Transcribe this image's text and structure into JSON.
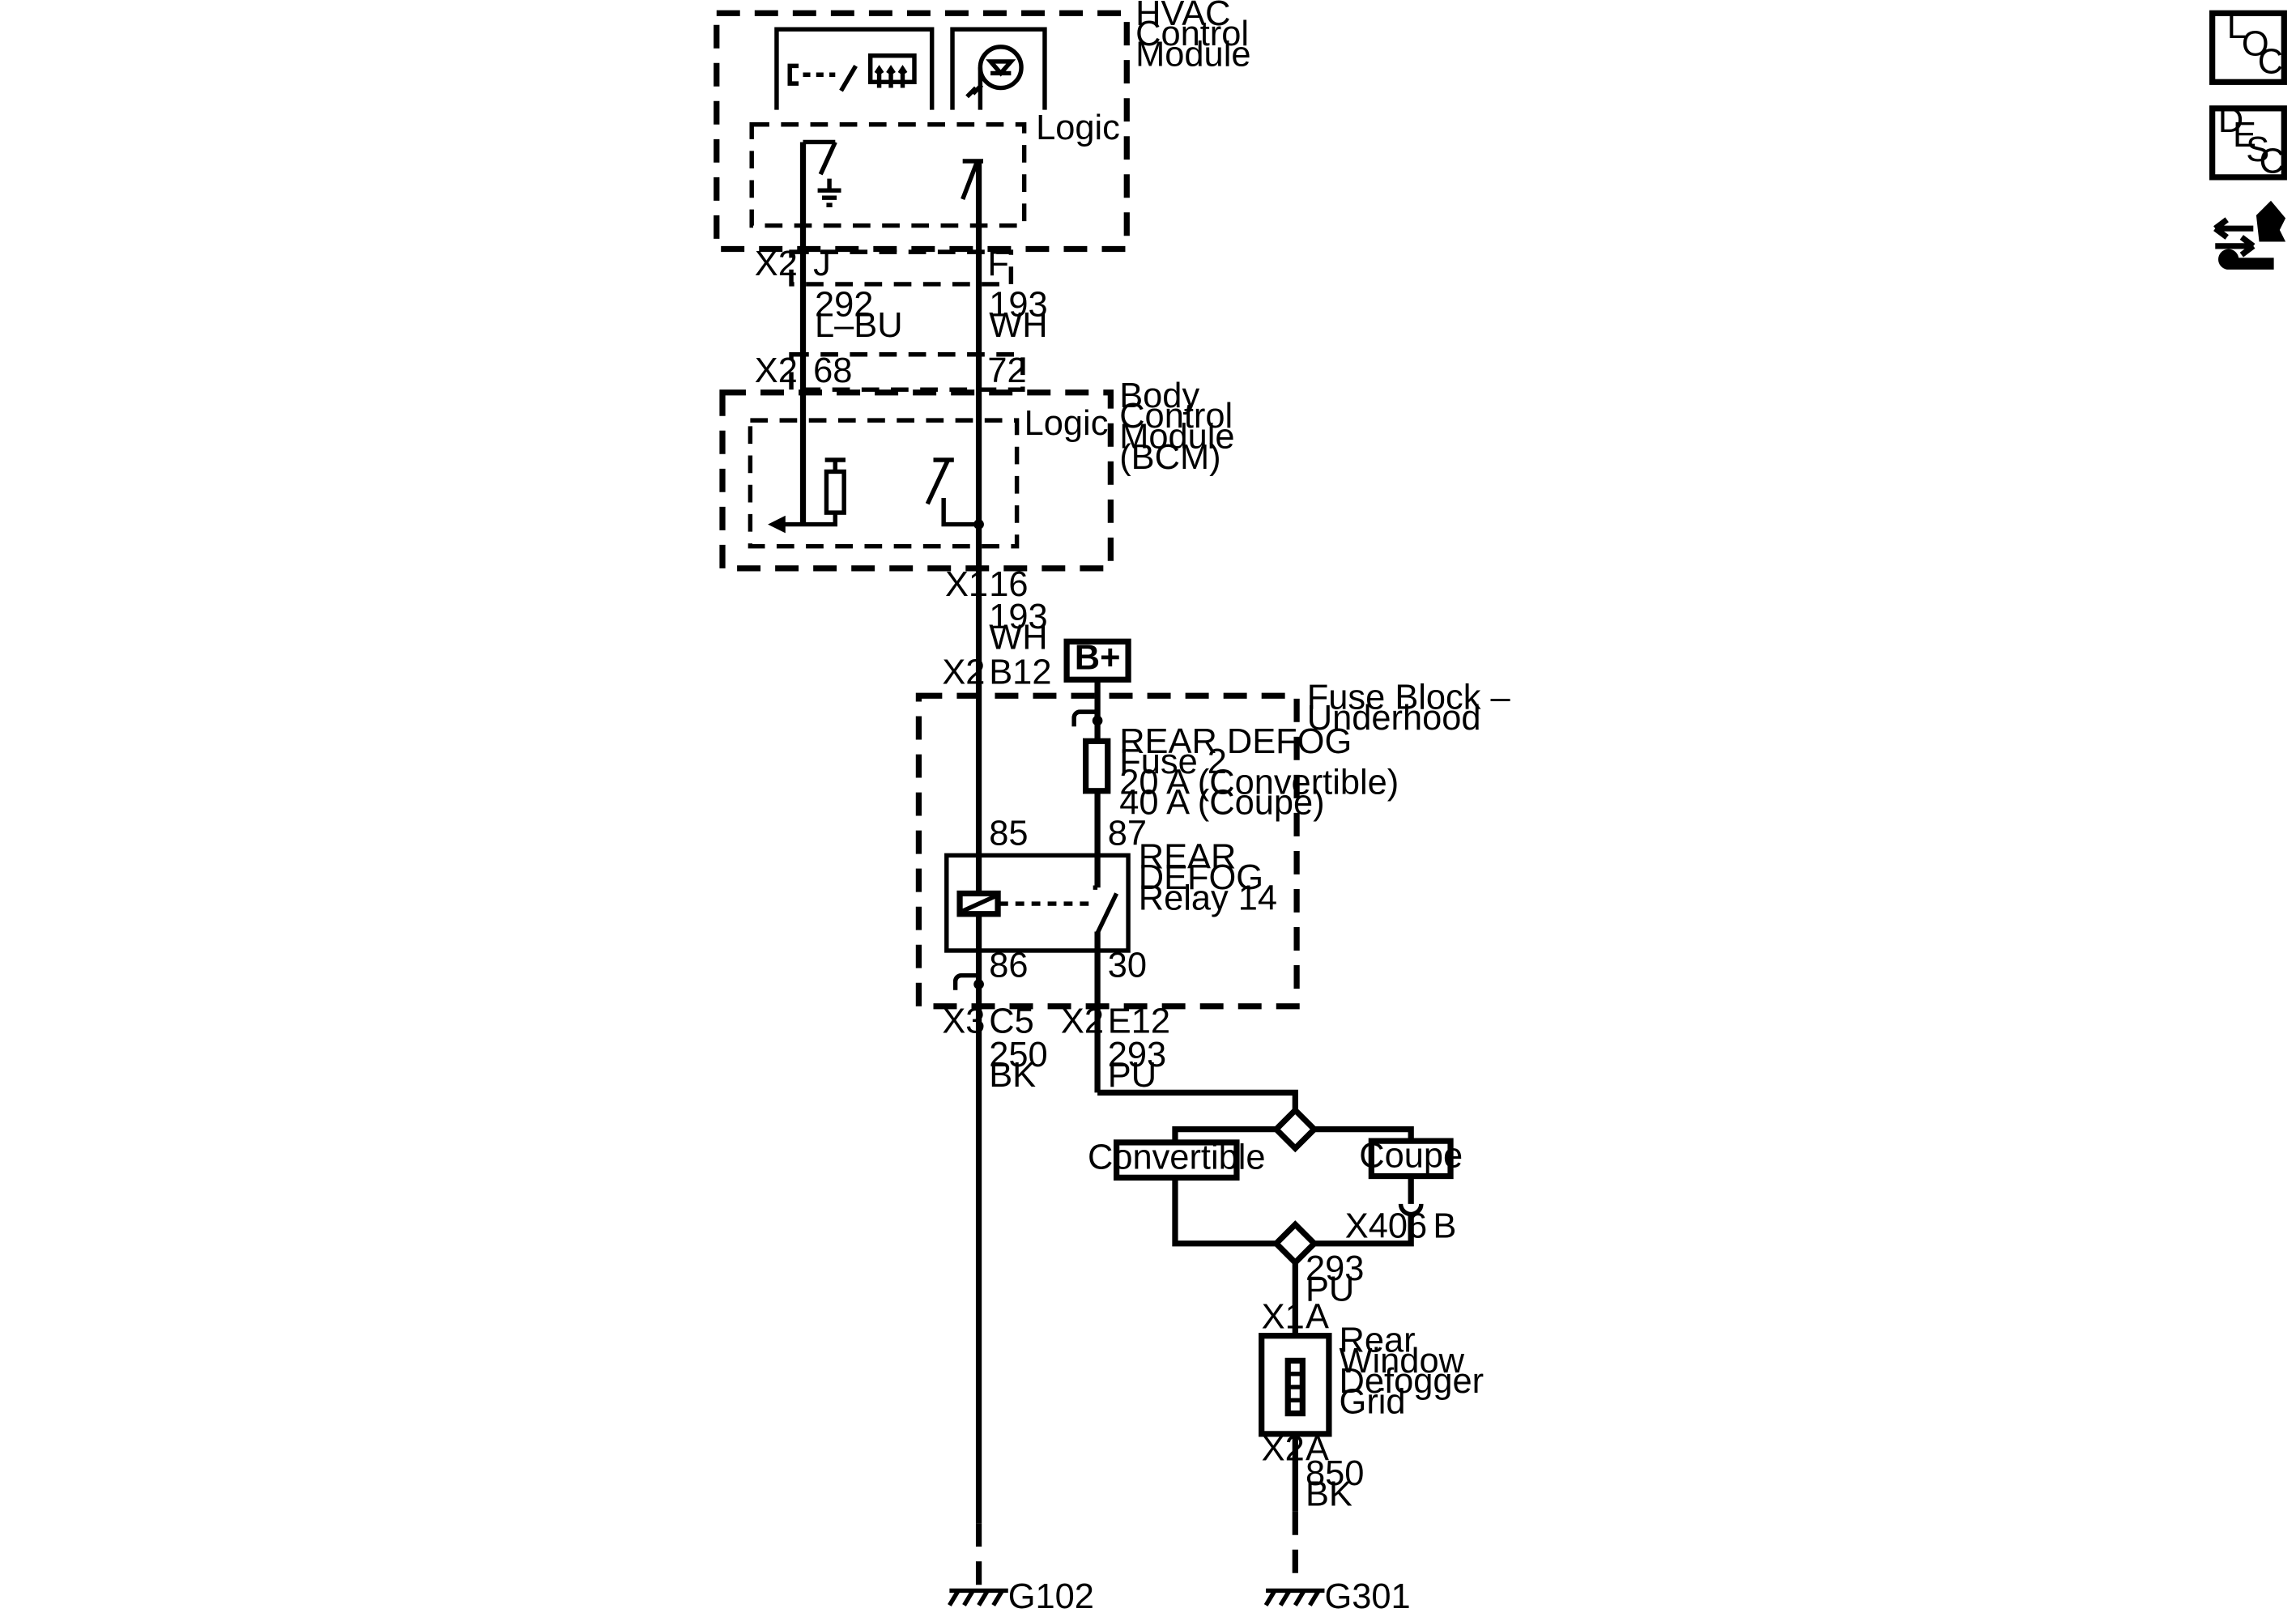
{
  "modules": {
    "hvac": {
      "line1": "HVAC",
      "line2": "Control",
      "line3": "Module",
      "logic": "Logic"
    },
    "bcm": {
      "line1": "Body",
      "line2": "Control",
      "line3": "Module",
      "line4": "(BCM)",
      "logic": "Logic"
    },
    "fuse_block": {
      "line1": "Fuse Block –",
      "line2": "Underhood"
    }
  },
  "connectors": {
    "hvac_x2": "X2",
    "hvac_j": "J",
    "hvac_f": "F",
    "bcm_x2": "X2",
    "bcm_68": "68",
    "bcm_72": "72",
    "bcm_x1": "X1",
    "bcm_16": "16",
    "fb_x2": "X2",
    "fb_b12": "B12",
    "fb_x3": "X3",
    "fb_c5": "C5",
    "fb_x2b": "X2",
    "fb_e12": "E12",
    "x406": "X406",
    "x406_b": "B",
    "grid_x1": "X1",
    "grid_a1": "A",
    "grid_x2": "X2",
    "grid_a2": "A"
  },
  "wires": {
    "w292_num": "292",
    "w292_color": "L–BU",
    "w193a_num": "193",
    "w193a_color": "WH",
    "w193b_num": "193",
    "w193b_color": "WH",
    "w250_num": "250",
    "w250_color": "BK",
    "w293a_num": "293",
    "w293a_color": "PU",
    "w293b_num": "293",
    "w293b_color": "PU",
    "w850_num": "850",
    "w850_color": "BK"
  },
  "power": {
    "battery": "B+"
  },
  "fuse": {
    "line1": "REAR DEFOG",
    "line2": "Fuse 2",
    "line3": "20 A (Convertible)",
    "line4": "40 A (Coupe)"
  },
  "relay": {
    "line1": "REAR",
    "line2": "DEFOG",
    "line3": "Relay 14",
    "pin85": "85",
    "pin87": "87",
    "pin86": "86",
    "pin30": "30"
  },
  "options": {
    "convertible": "Convertible",
    "coupe": "Coupe"
  },
  "grid": {
    "line1": "Rear",
    "line2": "Window",
    "line3": "Defogger",
    "line4": "Grid"
  },
  "grounds": {
    "g102": "G102",
    "g301": "G301"
  },
  "nav": {
    "loc": {
      "l": "L",
      "o": "O",
      "c": "C"
    },
    "desc": {
      "d": "D",
      "e": "E",
      "s": "S",
      "c": "C"
    }
  }
}
